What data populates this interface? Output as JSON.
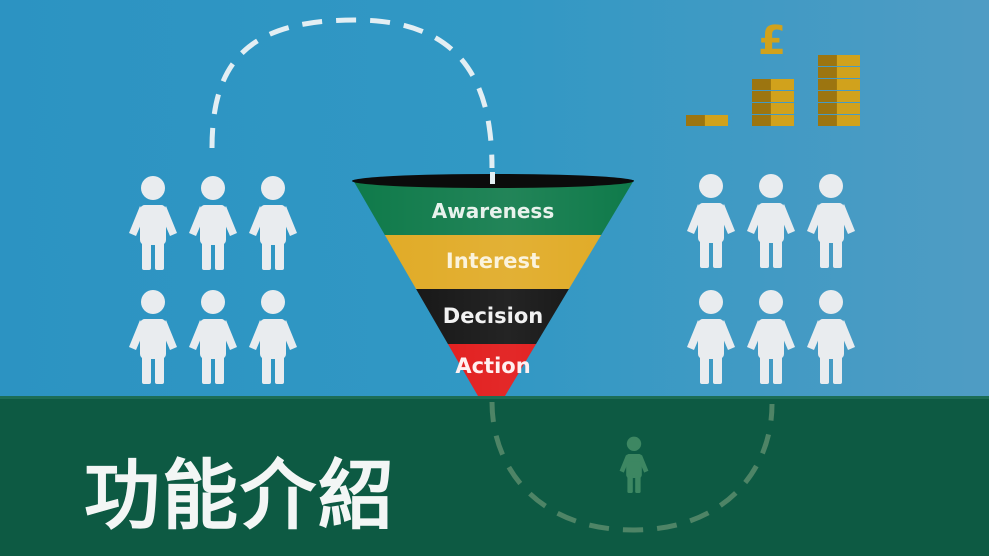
{
  "funnel": {
    "stages": [
      {
        "label": "Awareness",
        "color": "#0f7a4a",
        "text_color": "#e8f2ec"
      },
      {
        "label": "Interest",
        "color": "#e0aa24",
        "text_color": "#fbf3dc"
      },
      {
        "label": "Decision",
        "color": "#111111",
        "text_color": "#f2f2f2"
      },
      {
        "label": "Action",
        "color": "#e11616",
        "text_color": "#fff0f0"
      }
    ]
  },
  "currency_symbol": "£",
  "footer": {
    "title": "功能介紹"
  },
  "colors": {
    "sky_top": "#2e94c1",
    "sky_bottom": "#2a8fbb",
    "footer_band": "#0d5a43",
    "figure": "#e9ecef",
    "coin": "#d1a21c",
    "coin_dark": "#9c7510",
    "dash": "#e3eef3",
    "dash_footer": "#4e8466",
    "footer_figure": "#3d8762"
  },
  "icons": {
    "people_left": "person-icon",
    "people_right": "person-icon",
    "coins": "coin-stack-icon",
    "currency": "pound-sign-icon"
  }
}
